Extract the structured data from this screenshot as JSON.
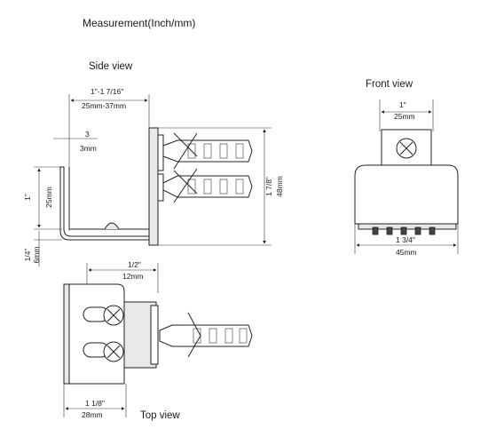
{
  "title": "Measurement(Inch/mm)",
  "views": {
    "side": "Side view",
    "front": "Front view",
    "top": "Top view"
  },
  "dims": {
    "side_width_in": "1\"-1 7/16\"",
    "side_width_mm": "25mm-37mm",
    "side_thickness_in": "3",
    "side_thickness_mm": "3mm",
    "side_height_in": "1\"",
    "side_height_mm": "25mm",
    "side_overall_in": "1 7/8\"",
    "side_overall_mm": "48mm",
    "side_base_in": "1/4\"",
    "side_base_mm": "6mm",
    "front_top_in": "1\"",
    "front_top_mm": "25mm",
    "front_width_in": "1 3/4\"",
    "front_width_mm": "45mm",
    "top_offset_in": "1/2\"",
    "top_offset_mm": "12mm",
    "top_width_in": "1 1/8\"",
    "top_width_mm": "28mm"
  }
}
